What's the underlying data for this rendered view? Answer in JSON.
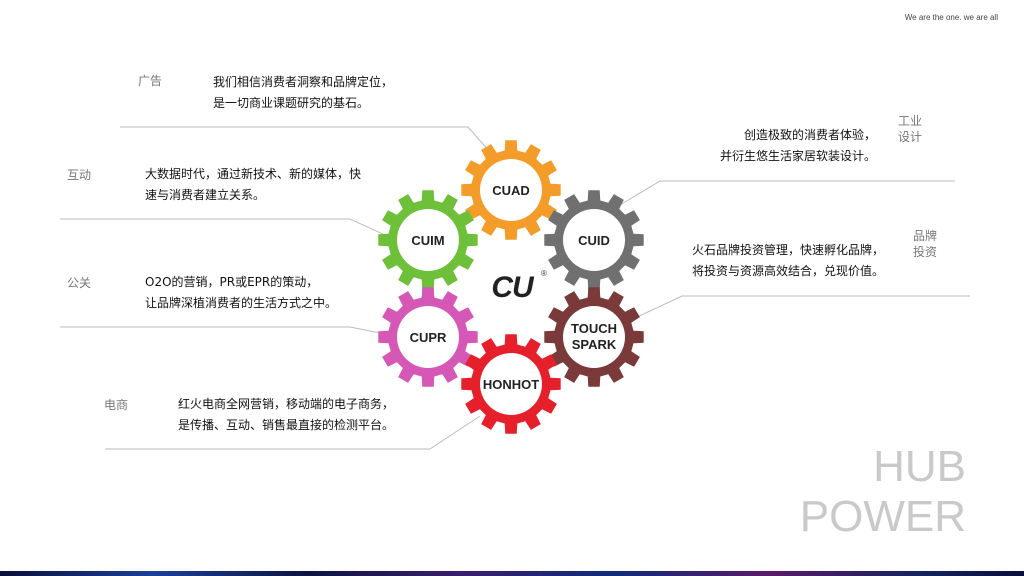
{
  "tagline": "We are the one. we are all",
  "center_logo": "CU",
  "center_logo_mark": "®",
  "hub": {
    "line1": "HUB",
    "line2": "POWER"
  },
  "colors": {
    "cuad": "#f39c2a",
    "cuid": "#707070",
    "cuim": "#6ec03a",
    "cupr": "#d658b6",
    "touch": "#7a3a3a",
    "honhot": "#e6202a",
    "connector": "#bbbbbb"
  },
  "gears": {
    "cuad": "CUAD",
    "cuid": "CUID",
    "cuim": "CUIM",
    "cupr": "CUPR",
    "touch_line1": "TOUCH",
    "touch_line2": "SPARK",
    "honhot": "HONHOT"
  },
  "items": {
    "ad": {
      "cat": "广告",
      "line1": "我们相信消费者洞察和品牌定位，",
      "line2": "是一切商业课题研究的基石。"
    },
    "interact": {
      "cat": "互动",
      "line1": "大数据时代，通过新技术、新的媒体，快",
      "line2": "速与消费者建立关系。"
    },
    "pr": {
      "cat": "公关",
      "line1": "O2O的营销，PR或EPR的策动，",
      "line2": "让品牌深植消费者的生活方式之中。"
    },
    "ecom": {
      "cat": "电商",
      "line1": "红火电商全网营销，移动端的电子商务，",
      "line2": "是传播、互动、销售最直接的检测平台。"
    },
    "design": {
      "cat_line1": "工业",
      "cat_line2": "设计",
      "line1": "创造极致的消费者体验，",
      "line2": "并衍生悠生活家居软装设计。"
    },
    "brand": {
      "cat_line1": "品牌",
      "cat_line2": "投资",
      "line1": "火石品牌投资管理，快速孵化品牌，",
      "line2": "将投资与资源高效结合，兑现价值。"
    }
  }
}
